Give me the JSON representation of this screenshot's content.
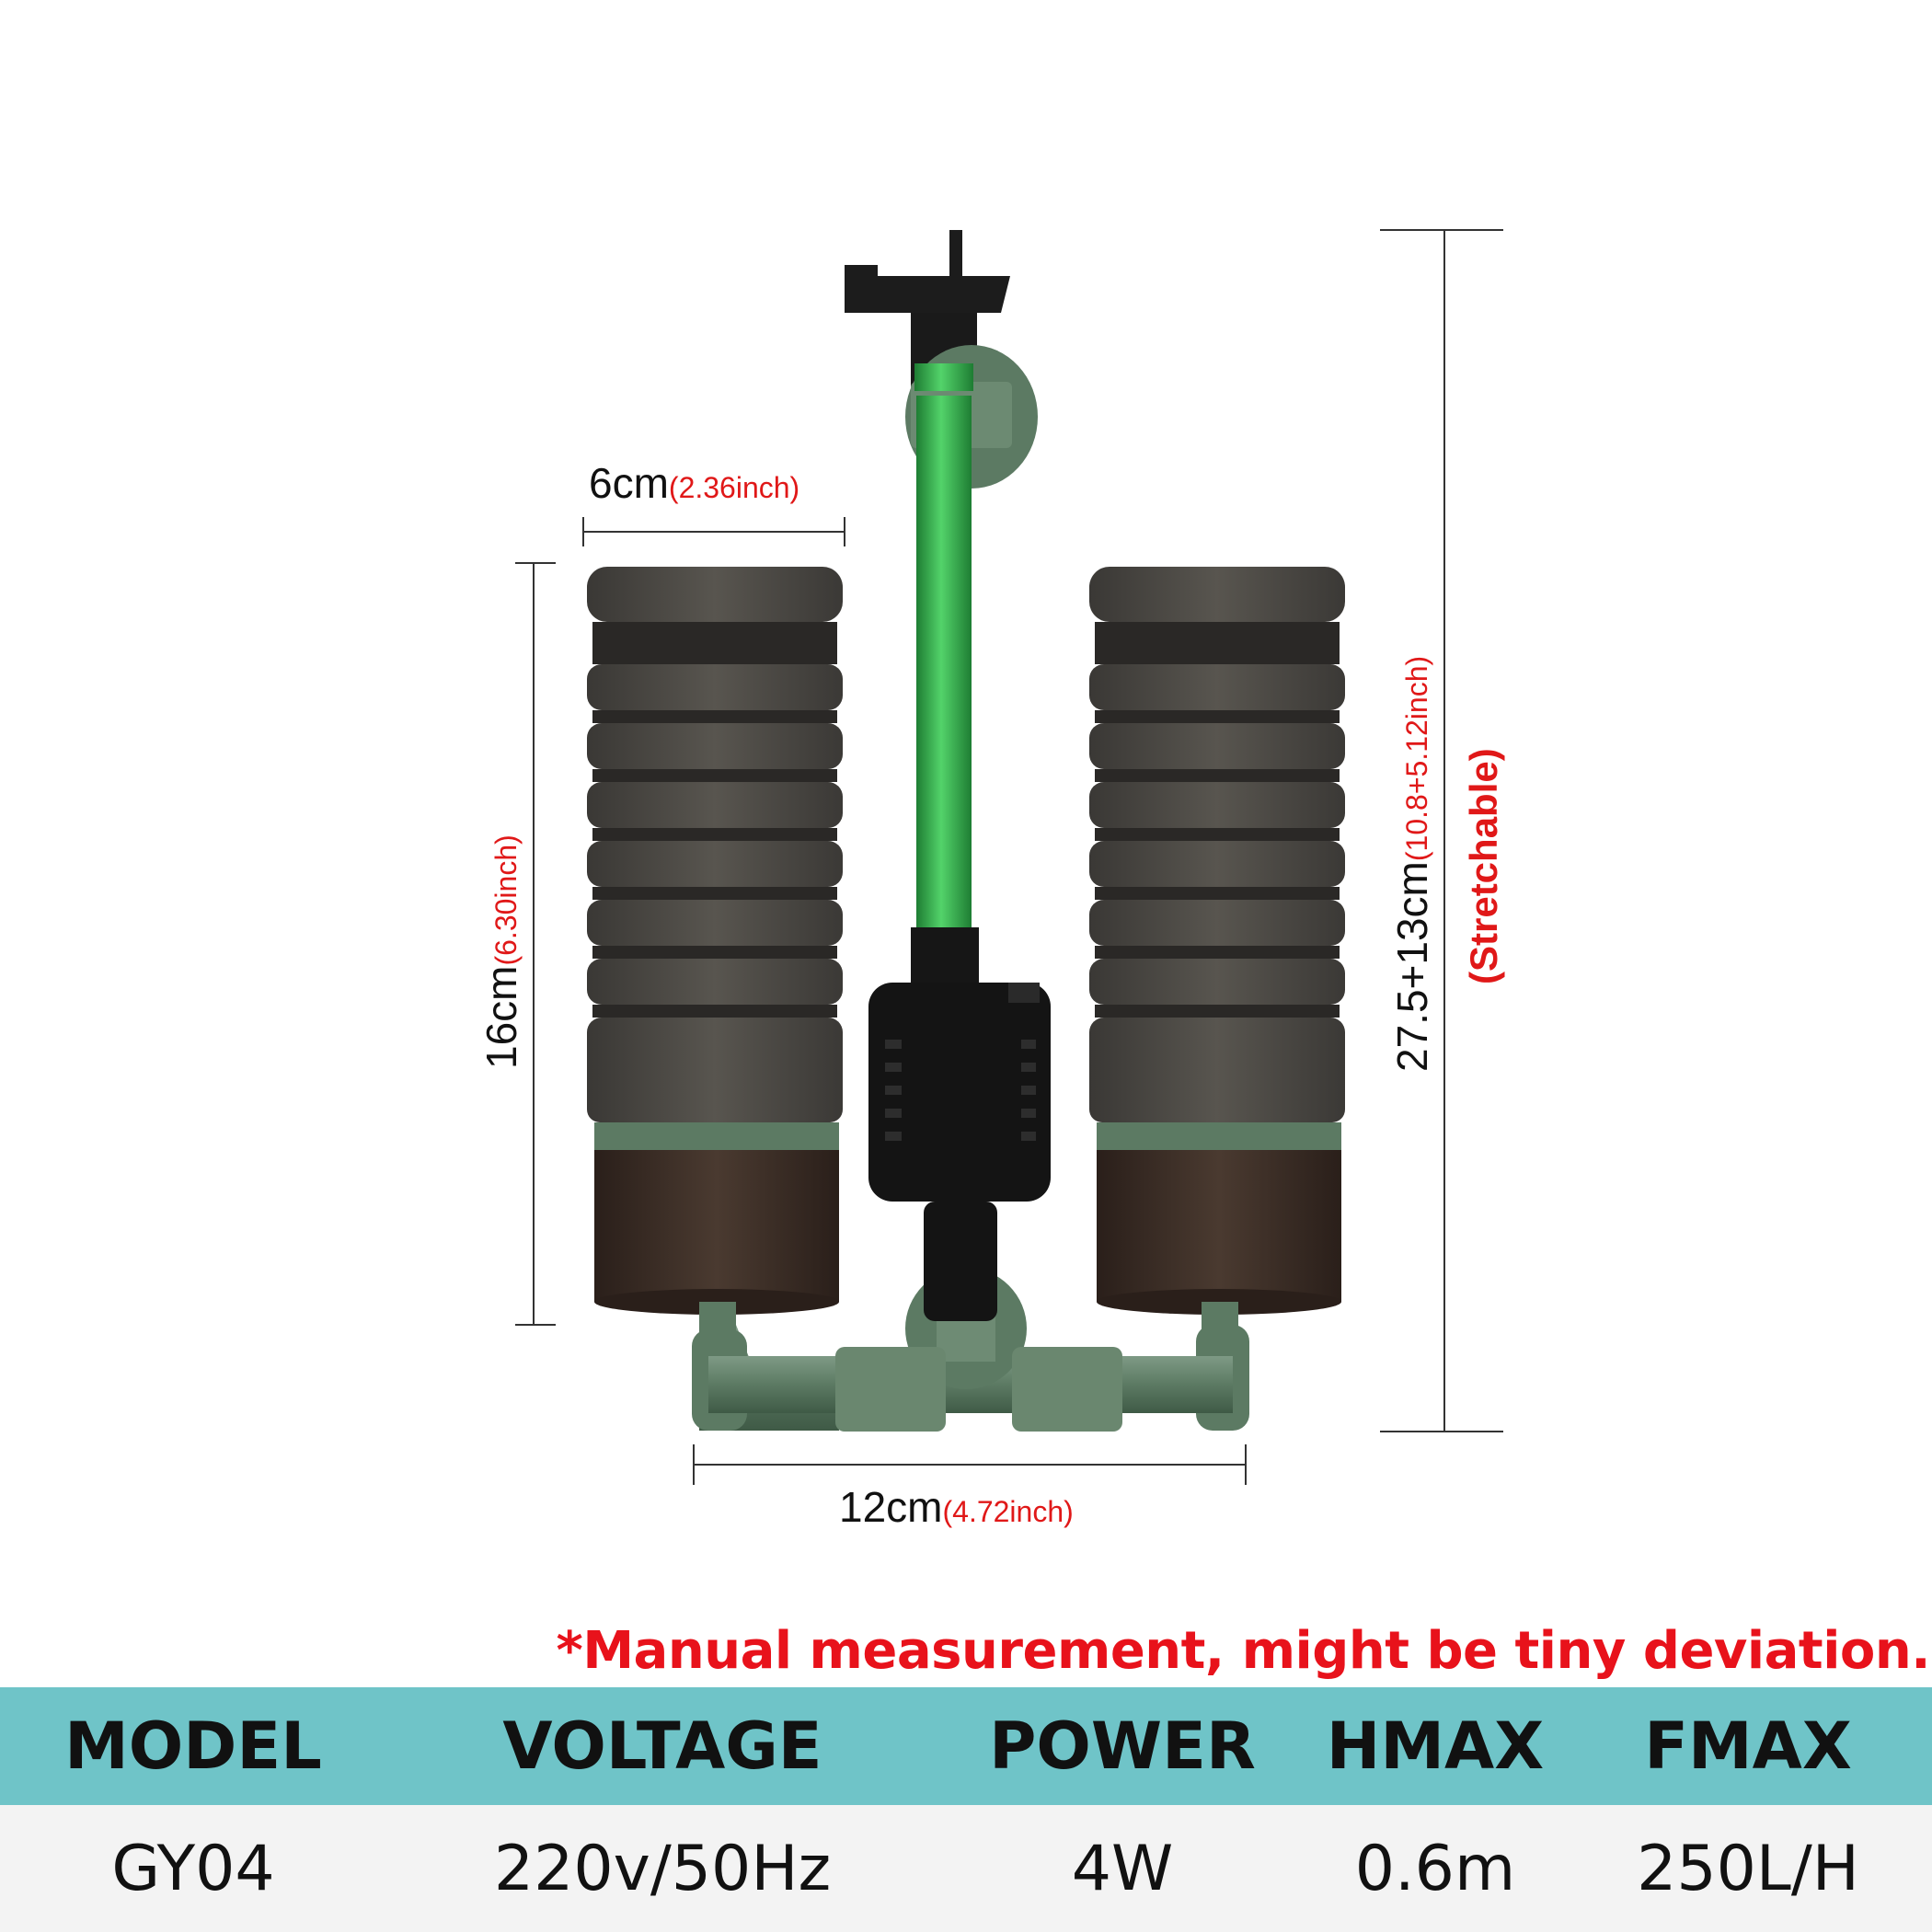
{
  "dimensions": {
    "width_top": {
      "cm": "6cm",
      "inch": "(2.36inch)"
    },
    "height_left": {
      "cm": "16cm",
      "inch": "(6.30inch)"
    },
    "height_right": {
      "cm": "27.5+13cm",
      "inch": "(10.8+5.12inch)",
      "note": "(Stretchable)"
    },
    "width_bottom": {
      "cm": "12cm",
      "inch": "(4.72inch)"
    }
  },
  "note": "*Manual measurement, might be tiny deviation.",
  "specs": {
    "headers": [
      "MODEL",
      "VOLTAGE",
      "POWER",
      "HMAX",
      "FMAX"
    ],
    "values": [
      "GY04",
      "220v/50Hz",
      "4W",
      "0.6m",
      "250L/H"
    ]
  },
  "colors": {
    "sponge": "#4a4845",
    "green_tube": "#2fae4a",
    "base_green": "#5f7d66",
    "header_bg": "#6fc4c8",
    "accent_red": "#e01818"
  }
}
